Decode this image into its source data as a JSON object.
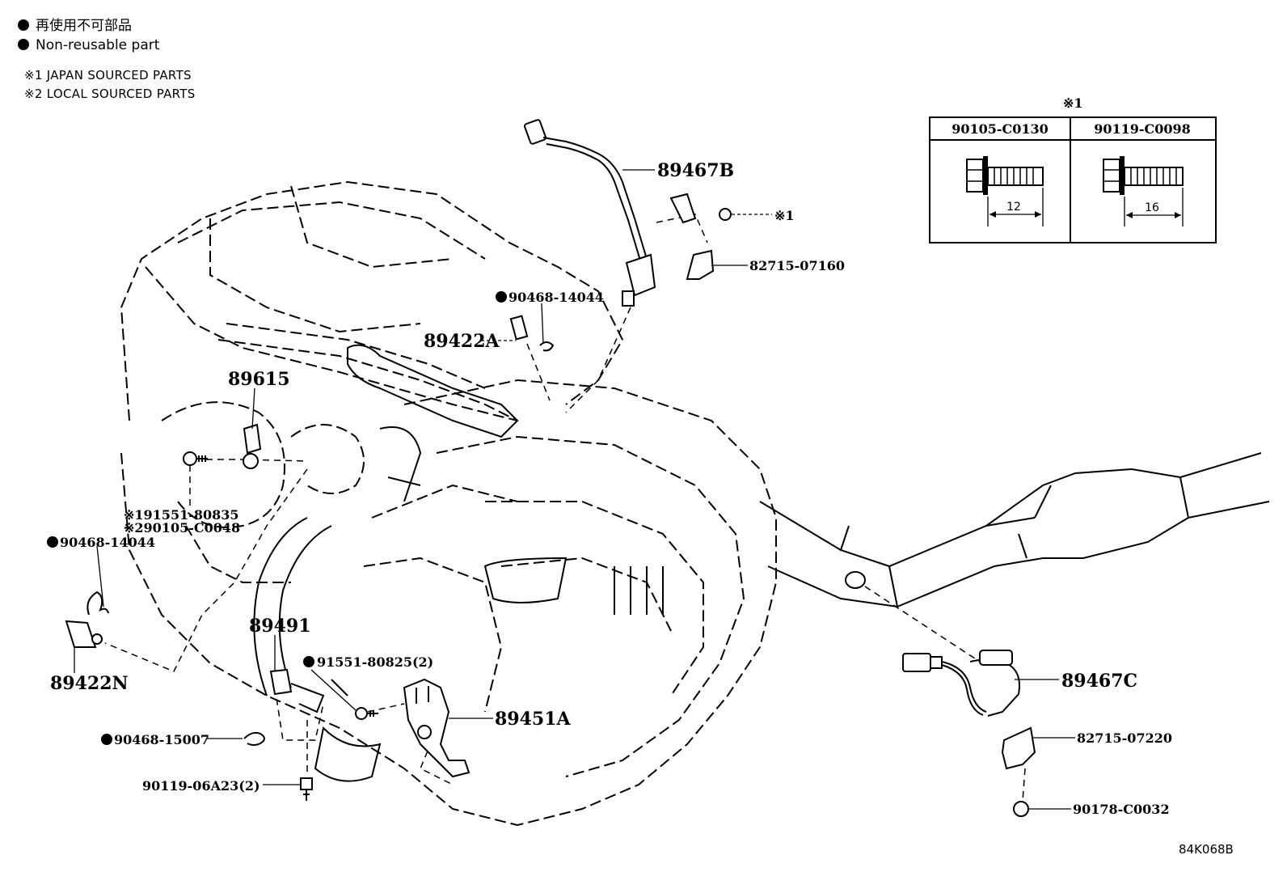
{
  "legend": {
    "jp_label": "再使用不可部品",
    "en_label": "Non-reusable part"
  },
  "notes": {
    "note1": "※1 JAPAN SOURCED PARTS",
    "note2": "※2 LOCAL SOURCED PARTS"
  },
  "bolt_table": {
    "marker": "※1",
    "col1_part": "90105-C0130",
    "col1_length": "12",
    "col2_part": "90119-C0098",
    "col2_length": "16"
  },
  "parts": {
    "p89467B": "89467B",
    "p_ref1": "※1",
    "p82715_07160": "82715-07160",
    "p90468_14044_top": "90468-14044",
    "p89422A": "89422A",
    "p89615": "89615",
    "p91551_80835": "※191551-80835",
    "p90105_C0048": "※290105-C0048",
    "p90468_14044_left": "90468-14044",
    "p89422N": "89422N",
    "p89491": "89491",
    "p91551_80825": "91551-80825(2)",
    "p89451A": "89451A",
    "p90468_15007": "90468-15007",
    "p90119_06A23": "90119-06A23(2)",
    "p89467C": "89467C",
    "p82715_07220": "82715-07220",
    "p90178_C0032": "90178-C0032"
  },
  "diagram_code": "84K068B"
}
